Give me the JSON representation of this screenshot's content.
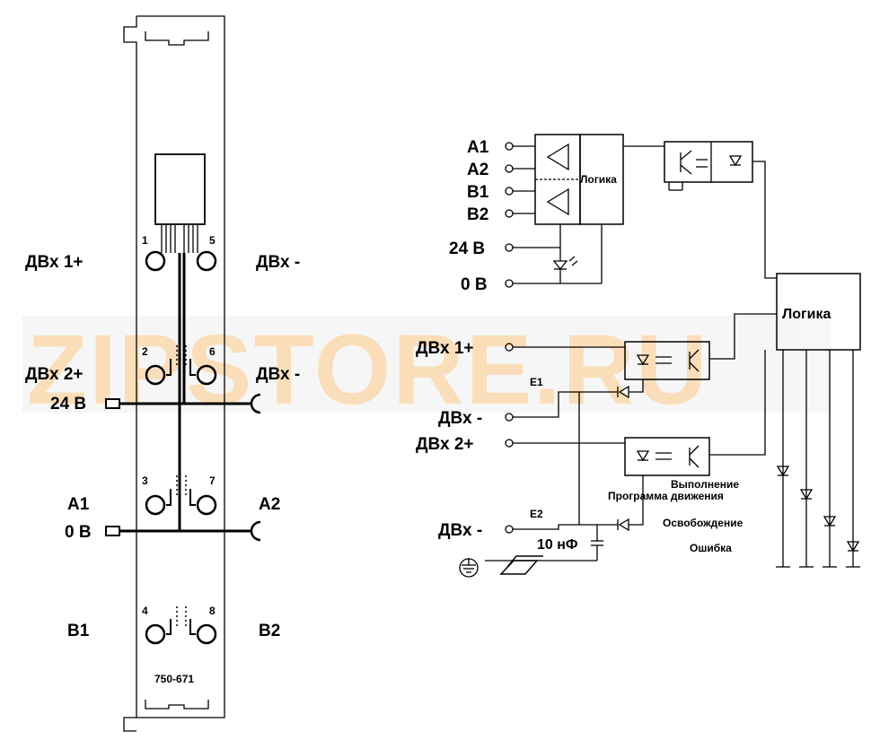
{
  "module": {
    "part_number": "750-671",
    "terminals": {
      "left_row1": "ДВх 1+",
      "right_row1": "ДВх -",
      "left_row2": "ДВх 2+",
      "right_row2": "ДВх -",
      "supply_24": "24 В",
      "left_row3": "A1",
      "right_row3": "A2",
      "supply_0": "0 В",
      "left_row4": "B1",
      "right_row4": "B2"
    },
    "pins": [
      "1",
      "5",
      "2",
      "6",
      "3",
      "7",
      "4",
      "8"
    ]
  },
  "schematic": {
    "inputs": [
      "A1",
      "A2",
      "B1",
      "B2",
      "24 В",
      "0 В"
    ],
    "encoder_logic_label": "Логика",
    "main_logic_label": "Логика",
    "dig_inputs": {
      "in1_plus": "ДВх 1+",
      "in1_minus": "ДВх -",
      "in2_plus": "ДВх 2+",
      "in2_minus": "ДВх -"
    },
    "channel_labels": [
      "E1",
      "E2"
    ],
    "capacitor": "10 нФ",
    "status_leds": [
      "Выполнение",
      "Программа движения",
      "Освобождение",
      "Ошибка"
    ]
  },
  "watermark": "ZIPSTORE.RU"
}
